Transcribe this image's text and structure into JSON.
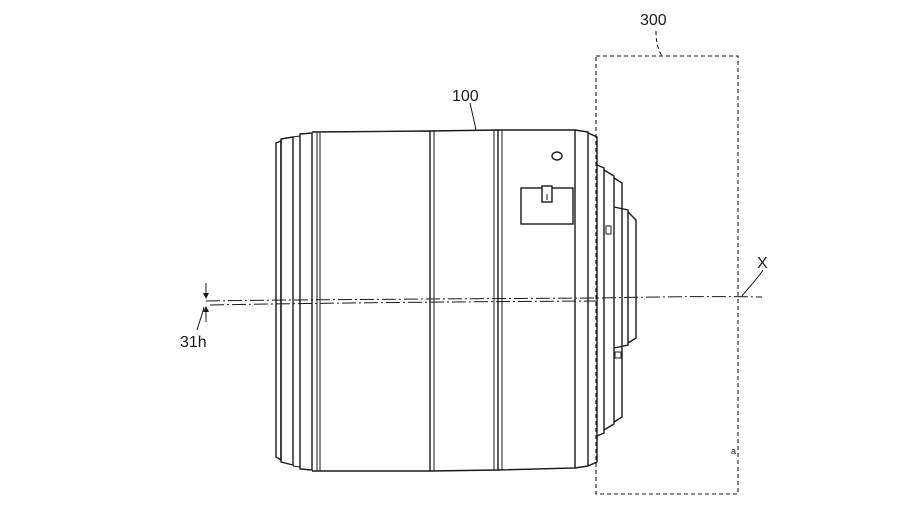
{
  "labels": {
    "lens": "100",
    "camera_body": "300",
    "optical_axis": "X",
    "offset": "31h",
    "corner_mark": "a"
  }
}
